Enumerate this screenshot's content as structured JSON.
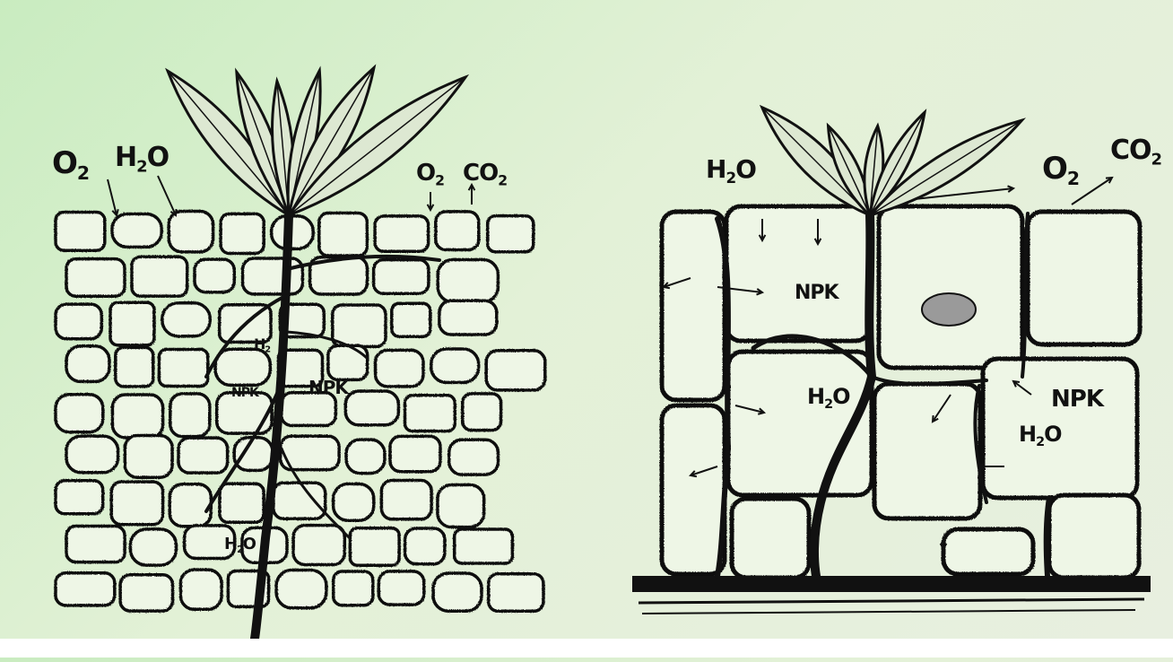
{
  "colors": {
    "ink": "#111111",
    "soil_cell_fill": "#eef6e6",
    "leaf_fill": "#dde8d2"
  },
  "labels": {
    "left_o2": "O",
    "left_h2o": "H",
    "left_o2_right": "O",
    "left_co2": "CO",
    "left_npk": "NPK",
    "left_npk_small": "NPK",
    "left_h2o_root": "H",
    "left_h2o_bottom": "H",
    "right_h2o": "H",
    "right_o2": "O",
    "right_co2": "CO",
    "right_npk_top": "NPK",
    "right_h2o_mid": "H",
    "right_npk_side": "NPK",
    "right_h2o_side": "H",
    "sub_2": "2",
    "o_suffix": "O"
  }
}
